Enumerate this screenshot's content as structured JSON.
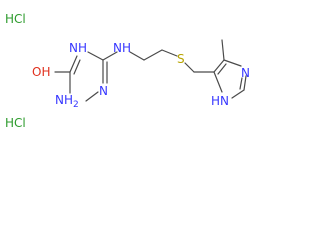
{
  "molecule": {
    "salts": [
      "HCl",
      "HCl"
    ],
    "atoms": {
      "hydroxyl": "OH",
      "amine_nh2": "NH2",
      "urea_nh": "NH",
      "guanidine_nh": "NH",
      "imine_n": "N",
      "sulfur": "S",
      "ring_n_top": "N",
      "ring_nh": "HN"
    },
    "colors": {
      "bond": "#4a4a4a",
      "nitrogen": "#3737ff",
      "oxygen": "#e0301e",
      "sulfur": "#b7a400",
      "chlorine": "#2d9b2d"
    }
  }
}
